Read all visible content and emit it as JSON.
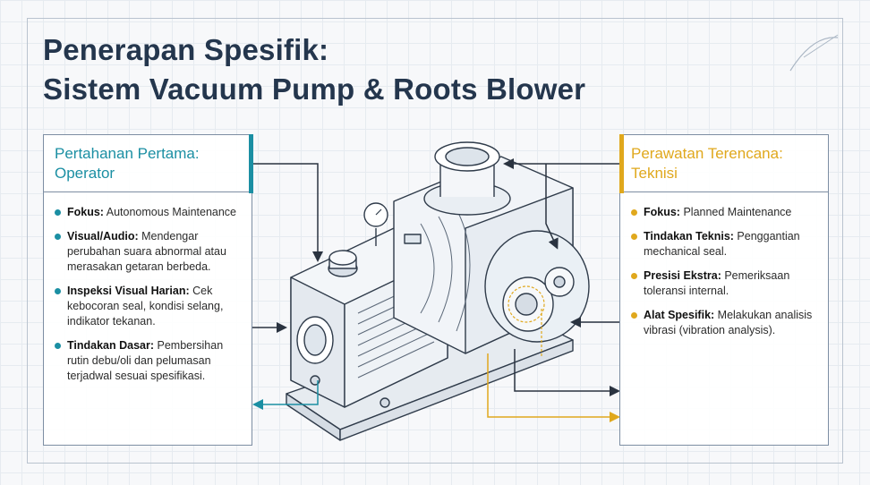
{
  "title": {
    "line1": "Penerapan Spesifik:",
    "line2": "Sistem Vacuum Pump & Roots Blower"
  },
  "left_panel": {
    "heading_line1": "Pertahanan Pertama:",
    "heading_line2": "Operator",
    "accent": "#1b8fa3",
    "items": [
      {
        "label": "Fokus:",
        "text": " Autonomous Maintenance"
      },
      {
        "label": "Visual/Audio:",
        "text": " Mendengar perubahan suara abnormal atau merasakan getaran berbeda."
      },
      {
        "label": "Inspeksi Visual Harian:",
        "text": " Cek kebocoran seal, kondisi selang, indikator tekanan."
      },
      {
        "label": "Tindakan Dasar:",
        "text": " Pembersihan rutin debu/oli dan pelumasan terjadwal sesuai spesifikasi."
      }
    ]
  },
  "right_panel": {
    "heading_line1": "Perawatan Terencana:",
    "heading_line2": "Teknisi",
    "accent": "#e0a81d",
    "items": [
      {
        "label": "Fokus:",
        "text": " Planned Maintenance"
      },
      {
        "label": "Tindakan Teknis:",
        "text": " Penggantian mechanical seal."
      },
      {
        "label": "Presisi Ekstra:",
        "text": " Pemeriksaan toleransi internal."
      },
      {
        "label": "Alat Spesifik:",
        "text": " Melakukan analisis vibrasi (vibration analysis)."
      }
    ]
  }
}
